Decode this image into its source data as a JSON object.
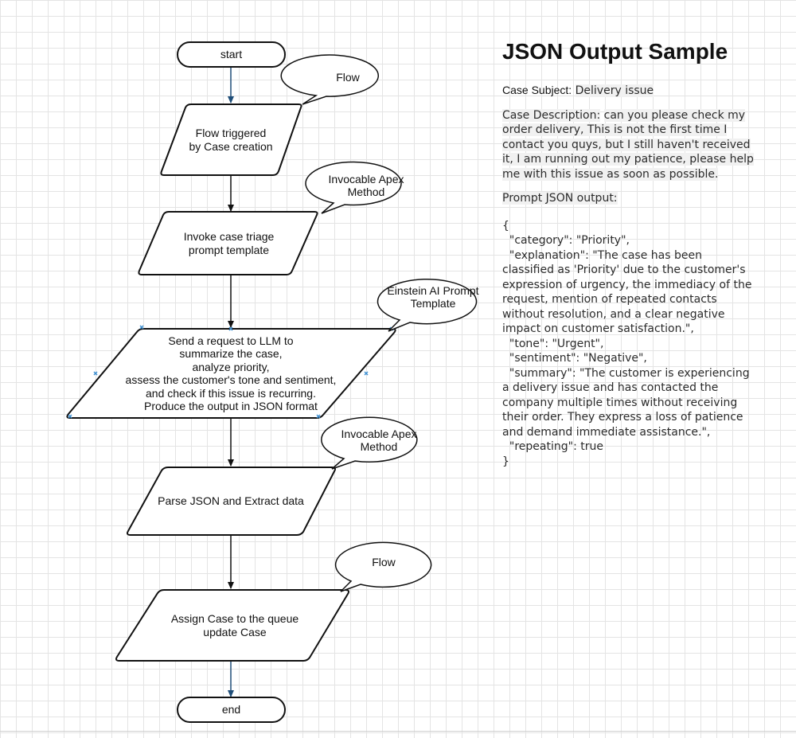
{
  "diagram": {
    "nodes": [
      {
        "id": "start",
        "type": "terminal",
        "label": "start"
      },
      {
        "id": "trigger",
        "type": "parallelogram",
        "label": "Flow triggered\nby Case creation"
      },
      {
        "id": "invoke",
        "type": "parallelogram",
        "label": "Invoke case triage\nprompt template"
      },
      {
        "id": "send",
        "type": "parallelogram",
        "label": "Send a request to LLM to\nsummarize the case,\nanalyze priority,\nassess the customer's tone and sentiment,\nand check if this issue is recurring.\nProduce the output in JSON format"
      },
      {
        "id": "parse",
        "type": "parallelogram",
        "label": "Parse JSON and Extract data"
      },
      {
        "id": "assign",
        "type": "parallelogram",
        "label": "Assign Case to the queue\nupdate Case"
      },
      {
        "id": "end",
        "type": "terminal",
        "label": "end"
      }
    ],
    "callouts": [
      {
        "id": "c1",
        "target": "trigger",
        "label": "Flow"
      },
      {
        "id": "c2",
        "target": "invoke",
        "label": "Invocable Apex\nMethod"
      },
      {
        "id": "c3",
        "target": "send",
        "label": "Einstein AI Prompt\nTemplate"
      },
      {
        "id": "c4",
        "target": "parse",
        "label": "Invocable Apex\nMethod"
      },
      {
        "id": "c5",
        "target": "assign",
        "label": "Flow"
      }
    ],
    "edges": [
      {
        "from": "start",
        "to": "trigger"
      },
      {
        "from": "trigger",
        "to": "invoke"
      },
      {
        "from": "invoke",
        "to": "send"
      },
      {
        "from": "send",
        "to": "parse"
      },
      {
        "from": "parse",
        "to": "assign"
      },
      {
        "from": "assign",
        "to": "end"
      }
    ]
  },
  "panel": {
    "title": "JSON Output Sample",
    "subject_label": "Case Subject:",
    "subject_value": "Delivery issue",
    "description_label": "Case Description:",
    "description_text": "can you please check my order delivery, This is not the first time I contact you quys, but I still haven't received it, I am running out my patience, please help me with this issue as soon as possible.",
    "prompt_label": "Prompt JSON output:",
    "json_output": "{\n  \"category\": \"Priority\",\n  \"explanation\": \"The case has been classified as 'Priority' due to the customer's expression of urgency, the immediacy of the request, mention of repeated contacts without resolution, and a clear negative impact on customer satisfaction.\",\n  \"tone\": \"Urgent\",\n  \"sentiment\": \"Negative\",\n  \"summary\": \"The customer is experiencing a delivery issue and has contacted the company multiple times without receiving their order. They express a loss of patience and demand immediate assistance.\",\n  \"repeating\": true\n}"
  },
  "colors": {
    "stroke": "#111111",
    "arrow_blue": "#1f4e79",
    "handle_blue": "#3d8fd1"
  }
}
